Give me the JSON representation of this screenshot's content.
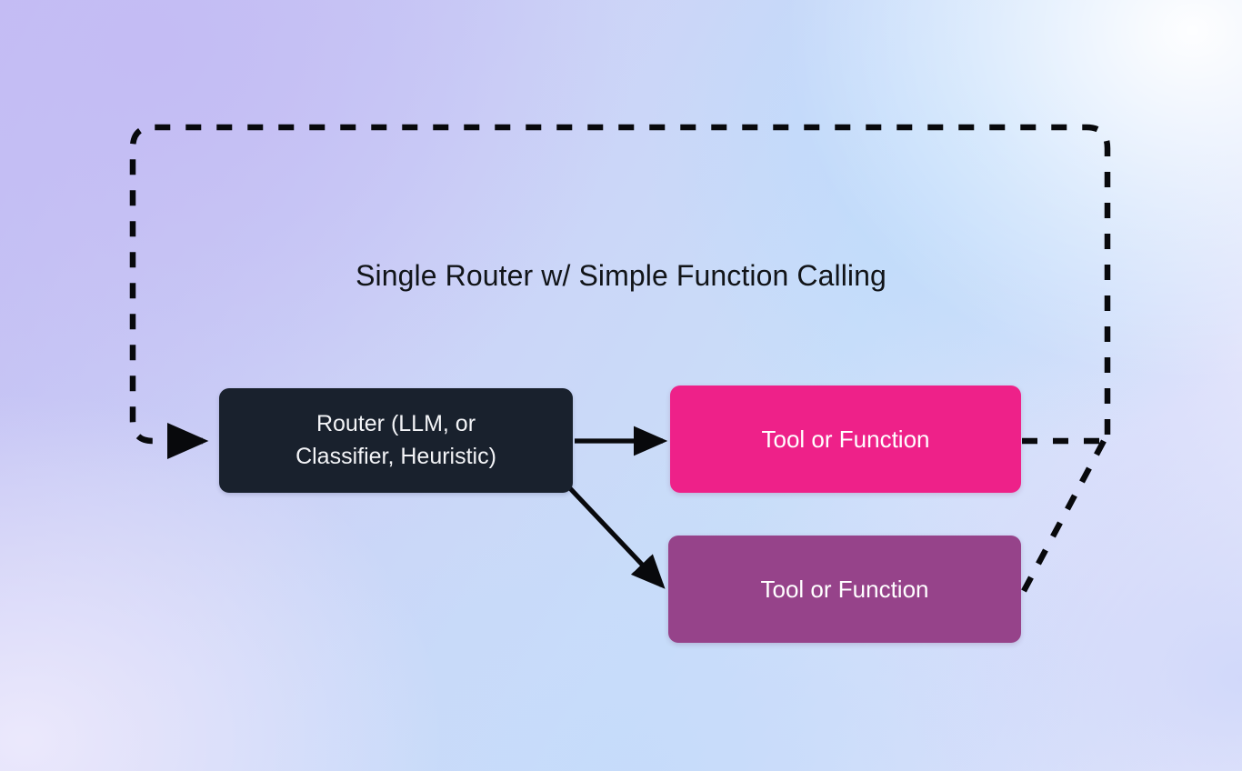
{
  "diagram": {
    "title": "Single Router w/ Simple Function Calling",
    "nodes": {
      "router": {
        "label_line1": "Router (LLM, or",
        "label_line2": "Classifier, Heuristic)",
        "color": "#19212d",
        "text_color": "#f3f4f7"
      },
      "tool_primary": {
        "label": "Tool or Function",
        "color": "#ee2189",
        "text_color": "#ffffff"
      },
      "tool_secondary": {
        "label": "Tool or Function",
        "color": "#96438a",
        "text_color": "#ffffff"
      }
    },
    "edges": [
      {
        "name": "router-to-tool-primary",
        "style": "solid",
        "arrow": true
      },
      {
        "name": "router-to-tool-secondary",
        "style": "solid",
        "arrow": true
      },
      {
        "name": "feedback-loop-entry",
        "style": "dashed",
        "arrow": true
      },
      {
        "name": "tool-primary-to-loop",
        "style": "dashed",
        "arrow": false
      },
      {
        "name": "tool-secondary-to-loop",
        "style": "dashed",
        "arrow": false
      }
    ],
    "colors": {
      "stroke": "#08090c",
      "background_start": "#c3bdf3",
      "background_end": "#f2f1fc"
    }
  }
}
